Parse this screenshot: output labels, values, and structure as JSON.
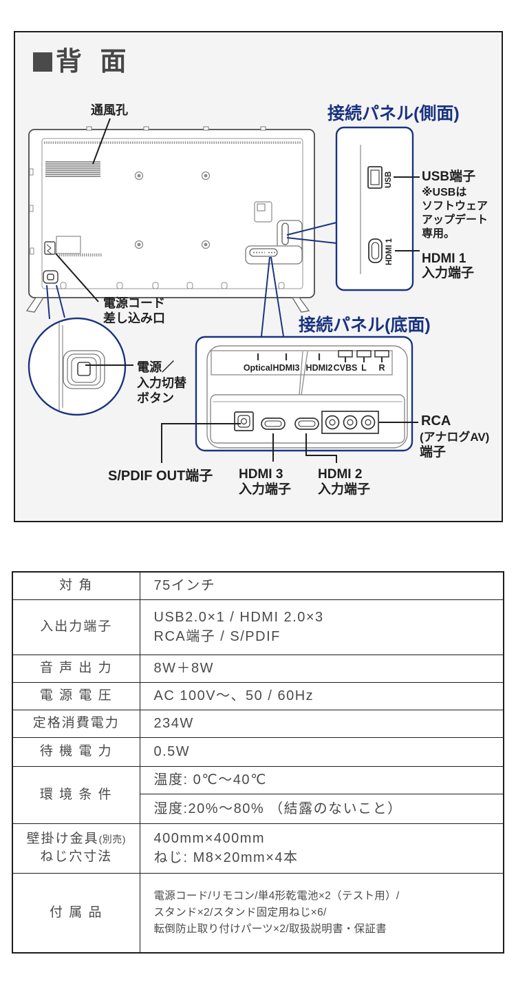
{
  "colors": {
    "accent_navy": "#1a3380",
    "title_gray": "#4a4a4a",
    "diagram_bg": "#f4f4f5"
  },
  "diagram": {
    "title": "背 面",
    "vent_label": "通風孔",
    "power_cord_label": {
      "l1": "電源コード",
      "l2": "差し込み口"
    },
    "power_button_label": {
      "l1": "電源／",
      "l2": "入力切替",
      "l3": "ボタン"
    },
    "side_panel": {
      "title": "接続パネル(側面)",
      "usb_port": "USB",
      "hdmi_port": "HDMI 1",
      "usb_label": "USB端子",
      "usb_note": {
        "l1": "※USBは",
        "l2": "ソフトウェア",
        "l3": "アップデート",
        "l4": "専用。"
      },
      "hdmi_label": {
        "l1": "HDMI 1",
        "l2": "入力端子"
      }
    },
    "bottom_panel": {
      "title": "接続パネル(底面)",
      "ports": {
        "p1": "Optical",
        "p2": "HDMI3",
        "p3": "HDMI2",
        "p4": "CVBS",
        "p5": "L",
        "p6": "R"
      },
      "spdif_label": "S/PDIF OUT端子",
      "hdmi3_label": {
        "l1": "HDMI 3",
        "l2": "入力端子"
      },
      "hdmi2_label": {
        "l1": "HDMI 2",
        "l2": "入力端子"
      },
      "rca_label": {
        "l1": "RCA",
        "l2": "(アナログAV)",
        "l3": "端子"
      }
    }
  },
  "spec_table": {
    "rows": [
      {
        "label": "対 角",
        "lines": [
          "75インチ"
        ]
      },
      {
        "label": "入出力端子",
        "lines": [
          "USB2.0×1 / HDMI 2.0×3",
          "RCA端子 / S/PDIF"
        ]
      },
      {
        "label": "音 声 出 力",
        "lines": [
          "8W＋8W"
        ]
      },
      {
        "label": "電 源 電 圧",
        "lines": [
          "AC 100V～、50 / 60Hz"
        ]
      },
      {
        "label": "定格消費電力",
        "lines": [
          "234W"
        ]
      },
      {
        "label": "待 機 電 力",
        "lines": [
          "0.5W"
        ]
      },
      {
        "label": "環 境 条 件",
        "line_temp": "温度: 0℃～40℃",
        "line_hum": "湿度:20%～80% （結露のないこと）"
      },
      {
        "label_main": "壁掛け金具",
        "label_small": "(別売)",
        "label_line2": "ねじ穴寸法",
        "lines": [
          "400mm×400mm",
          "ねじ: M8×20mm×4本"
        ]
      },
      {
        "label": "付 属 品",
        "lines": [
          "電源コード/リモコン/単4形乾電池×2（テスト用）/",
          "スタンド×2/スタンド固定用ねじ×6/",
          "転倒防止取り付けパーツ×2/取扱説明書・保証書"
        ]
      }
    ]
  }
}
